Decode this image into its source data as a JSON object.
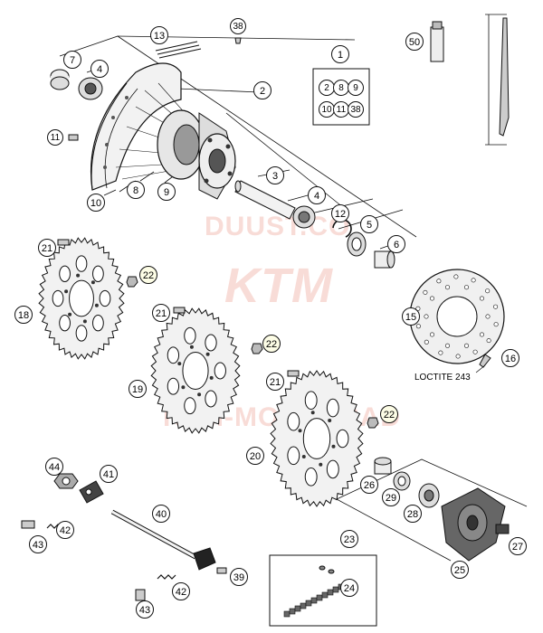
{
  "diagram": {
    "watermark": {
      "line1": "DUUST.CO",
      "line2": "KTM",
      "line3": "KTM-MOTORRAD"
    },
    "note_loctite": "LOCTITE 243",
    "kit_box_parts": [
      "2",
      "8",
      "9",
      "10",
      "11",
      "38"
    ],
    "callouts": {
      "p1": "1",
      "p2": "2",
      "p3": "3",
      "p4a": "4",
      "p4b": "4",
      "p5": "5",
      "p6": "6",
      "p7": "7",
      "p8": "8",
      "p9": "9",
      "p10": "10",
      "p11": "11",
      "p12": "12",
      "p13": "13",
      "p15": "15",
      "p16": "16",
      "p18": "18",
      "p19": "19",
      "p20": "20",
      "p21a": "21",
      "p21b": "21",
      "p21c": "21",
      "p22a": "22",
      "p22b": "22",
      "p22c": "22",
      "p23": "23",
      "p24": "24",
      "p25": "25",
      "p26": "26",
      "p27": "27",
      "p28": "28",
      "p29": "29",
      "p38": "38",
      "p39": "39",
      "p40": "40",
      "p41": "41",
      "p42a": "42",
      "p42b": "42",
      "p43a": "43",
      "p43b": "43",
      "p44": "44",
      "p50": "50"
    },
    "colors": {
      "line": "#111111",
      "part_fill": "#f2f2f2",
      "dark_fill": "#555555",
      "watermark": "#e8a090"
    }
  }
}
